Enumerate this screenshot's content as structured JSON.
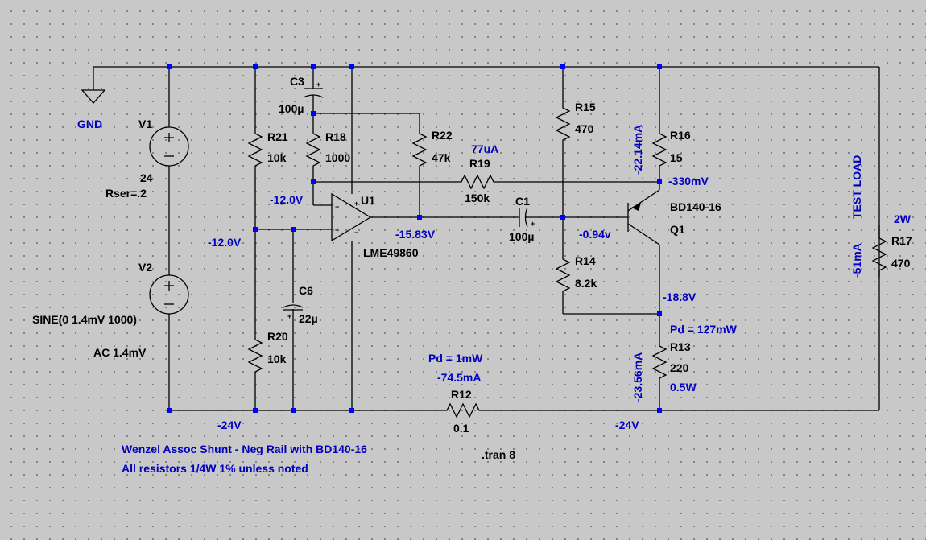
{
  "ground": {
    "label": "GND"
  },
  "components": {
    "V1": {
      "ref": "V1",
      "value": "24",
      "extra": "Rser=.2"
    },
    "V2": {
      "ref": "V2",
      "value": "SINE(0 1.4mV 1000)",
      "extra": "AC 1.4mV"
    },
    "C3": {
      "ref": "C3",
      "value": "100µ"
    },
    "R21": {
      "ref": "R21",
      "value": "10k"
    },
    "R18": {
      "ref": "R18",
      "value": "1000"
    },
    "R22": {
      "ref": "R22",
      "value": "47k"
    },
    "R19": {
      "ref": "R19",
      "value": "150k"
    },
    "R15": {
      "ref": "R15",
      "value": "470"
    },
    "R16": {
      "ref": "R16",
      "value": "15"
    },
    "U1": {
      "ref": "U1",
      "value": "LME49860"
    },
    "C1": {
      "ref": "C1",
      "value": "100µ"
    },
    "Q1": {
      "ref": "Q1",
      "value": "BD140-16"
    },
    "R14": {
      "ref": "R14",
      "value": "8.2k"
    },
    "C6": {
      "ref": "C6",
      "value": "22µ"
    },
    "R20": {
      "ref": "R20",
      "value": "10k"
    },
    "R13": {
      "ref": "R13",
      "value": "220",
      "power": "0.5W"
    },
    "R12": {
      "ref": "R12",
      "value": "0.1"
    },
    "R17": {
      "ref": "R17",
      "value": "470",
      "power": "2W"
    }
  },
  "annotations": {
    "r19_current": "77uA",
    "r16_current": "-22.14mA",
    "q1_emitter_v": "-330mV",
    "u1_inv_v": "-12.0V",
    "divider_v": "-12.0V",
    "u1_out_v": "-15.83V",
    "q1_base_v": "-0.94v",
    "q1_collector_v": "-18.8V",
    "r13_pd": "Pd = 127mW",
    "r13_current": "-23.56mA",
    "r12_pd": "Pd = 1mW",
    "r12_current": "-74.5mA",
    "left_rail_v": "-24V",
    "right_rail_v": "-24V",
    "load_current": "-51mA",
    "test_load": "TEST LOAD"
  },
  "notes": {
    "title": "Wenzel Assoc Shunt - Neg Rail with BD140-16",
    "subtitle": "All resistors 1/4W 1% unless noted",
    "directive": ".tran 8"
  }
}
